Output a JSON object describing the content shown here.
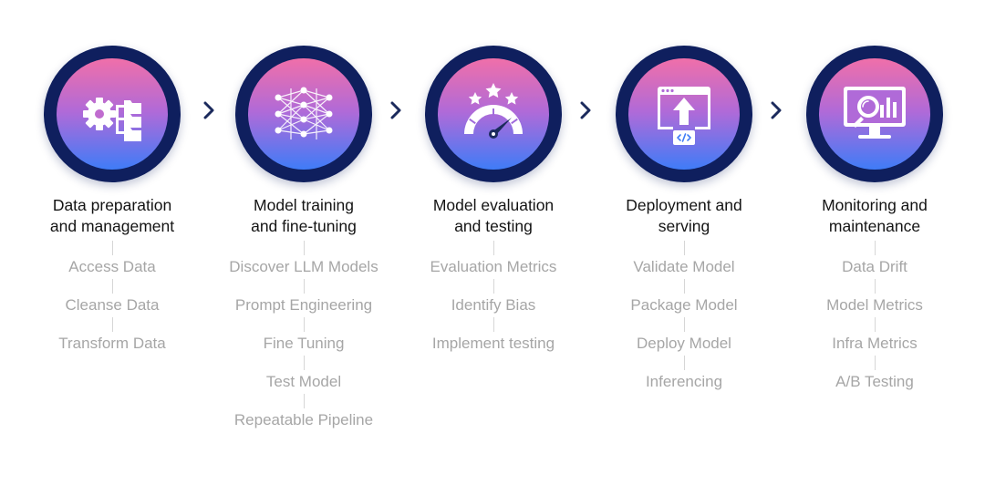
{
  "steps": [
    {
      "title": "Data preparation\nand management",
      "icon": "gear-folders-icon",
      "items": [
        "Access Data",
        "Cleanse Data",
        "Transform Data"
      ]
    },
    {
      "title": "Model training\nand fine-tuning",
      "icon": "neural-network-icon",
      "items": [
        "Discover LLM Models",
        "Prompt Engineering",
        "Fine Tuning",
        "Test Model",
        "Repeatable Pipeline"
      ]
    },
    {
      "title": "Model evaluation\nand testing",
      "icon": "gauge-stars-icon",
      "items": [
        "Evaluation Metrics",
        "Identify Bias",
        "Implement testing"
      ]
    },
    {
      "title": "Deployment and\nserving",
      "icon": "upload-code-icon",
      "items": [
        "Validate Model",
        "Package Model",
        "Deploy Model",
        "Inferencing"
      ]
    },
    {
      "title": "Monitoring and\nmaintenance",
      "icon": "monitor-search-icon",
      "items": [
        "Data Drift",
        "Model Metrics",
        "Infra Metrics",
        "A/B Testing"
      ]
    }
  ],
  "connector_icon": "chevron-right-icon",
  "colors": {
    "ring": "#0f1f5e",
    "gradient_top": "#f06fa9",
    "gradient_mid": "#b06ad8",
    "gradient_bottom": "#3f7cf7",
    "title_text": "#141414",
    "item_text": "#a6a6a6",
    "separator": "#d6d6d6"
  }
}
